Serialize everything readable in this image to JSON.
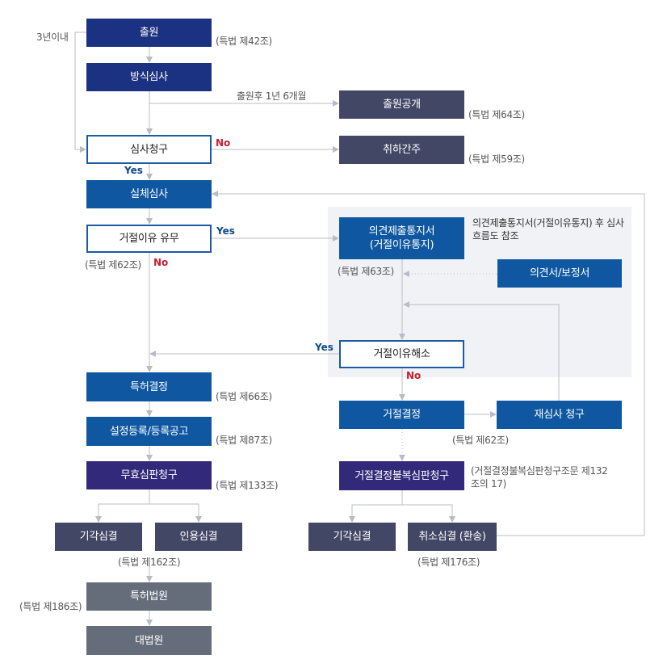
{
  "boxes": {
    "application": "출원",
    "formality_exam": "방식심사",
    "exam_request": "심사청구",
    "substantive_exam": "실체심사",
    "rejection_reason": "거절이유 유무",
    "patent_decision": "특허결정",
    "registration": "설정등록/등록공고",
    "invalidation_trial": "무효심판청구",
    "dismissal_left": "기각심결",
    "acceptance_trial": "인용심결",
    "patent_court": "특허법원",
    "supreme_court": "대법원",
    "publication": "출원공개",
    "withdrawal": "취하간주",
    "opinion_notice": "의견제출통지서\n(거절이유통지)",
    "opinion_amendment": "의견서/보정서",
    "rejection_resolved": "거절이유해소",
    "rejection_decision": "거절결정",
    "reexam_request": "재심사 청구",
    "rejection_appeal": "거절결정불복심판청구",
    "dismissal_right": "기각심결",
    "cancel_trial": "취소심결 (환송)"
  },
  "notes": {
    "application_law": "(특법 제42조)",
    "within_3_years": "3년이내",
    "after_18_months": "출원후 1년 6개월",
    "publication_law": "(특법 제64조)",
    "withdrawal_law": "(특법 제59조)",
    "rejection_reason_law": "(특법 제62조)",
    "opinion_notice_law": "(특법 제63조)",
    "opinion_notice_ref": "의견제출통지서(거절이유통지) 후 심사흐름도 참조",
    "patent_decision_law": "(특법 제66조)",
    "registration_law": "(특법 제87조)",
    "invalidation_law": "(특법 제133조)",
    "dismissal_law": "(특법 제162조)",
    "patent_court_law": "(특법 제186조)",
    "rejection_decision_law": "(특법 제62조)",
    "rejection_appeal_law": "(거절결정불복심판청구조문 제132조의 17)",
    "cancel_trial_law": "(특법 제176조)"
  },
  "labels": {
    "yes": "Yes",
    "no": "No"
  },
  "colors": {
    "navy": "#1b3181",
    "blue": "#0f58a1",
    "slate": "#434766",
    "purple": "#33297a",
    "gray": "#656d7b",
    "outline_border": "#1c5aa3",
    "yes": "#0d4a8a",
    "no": "#c8202f",
    "panel": "#f1f2f6",
    "connector": "#b9bcc6"
  }
}
